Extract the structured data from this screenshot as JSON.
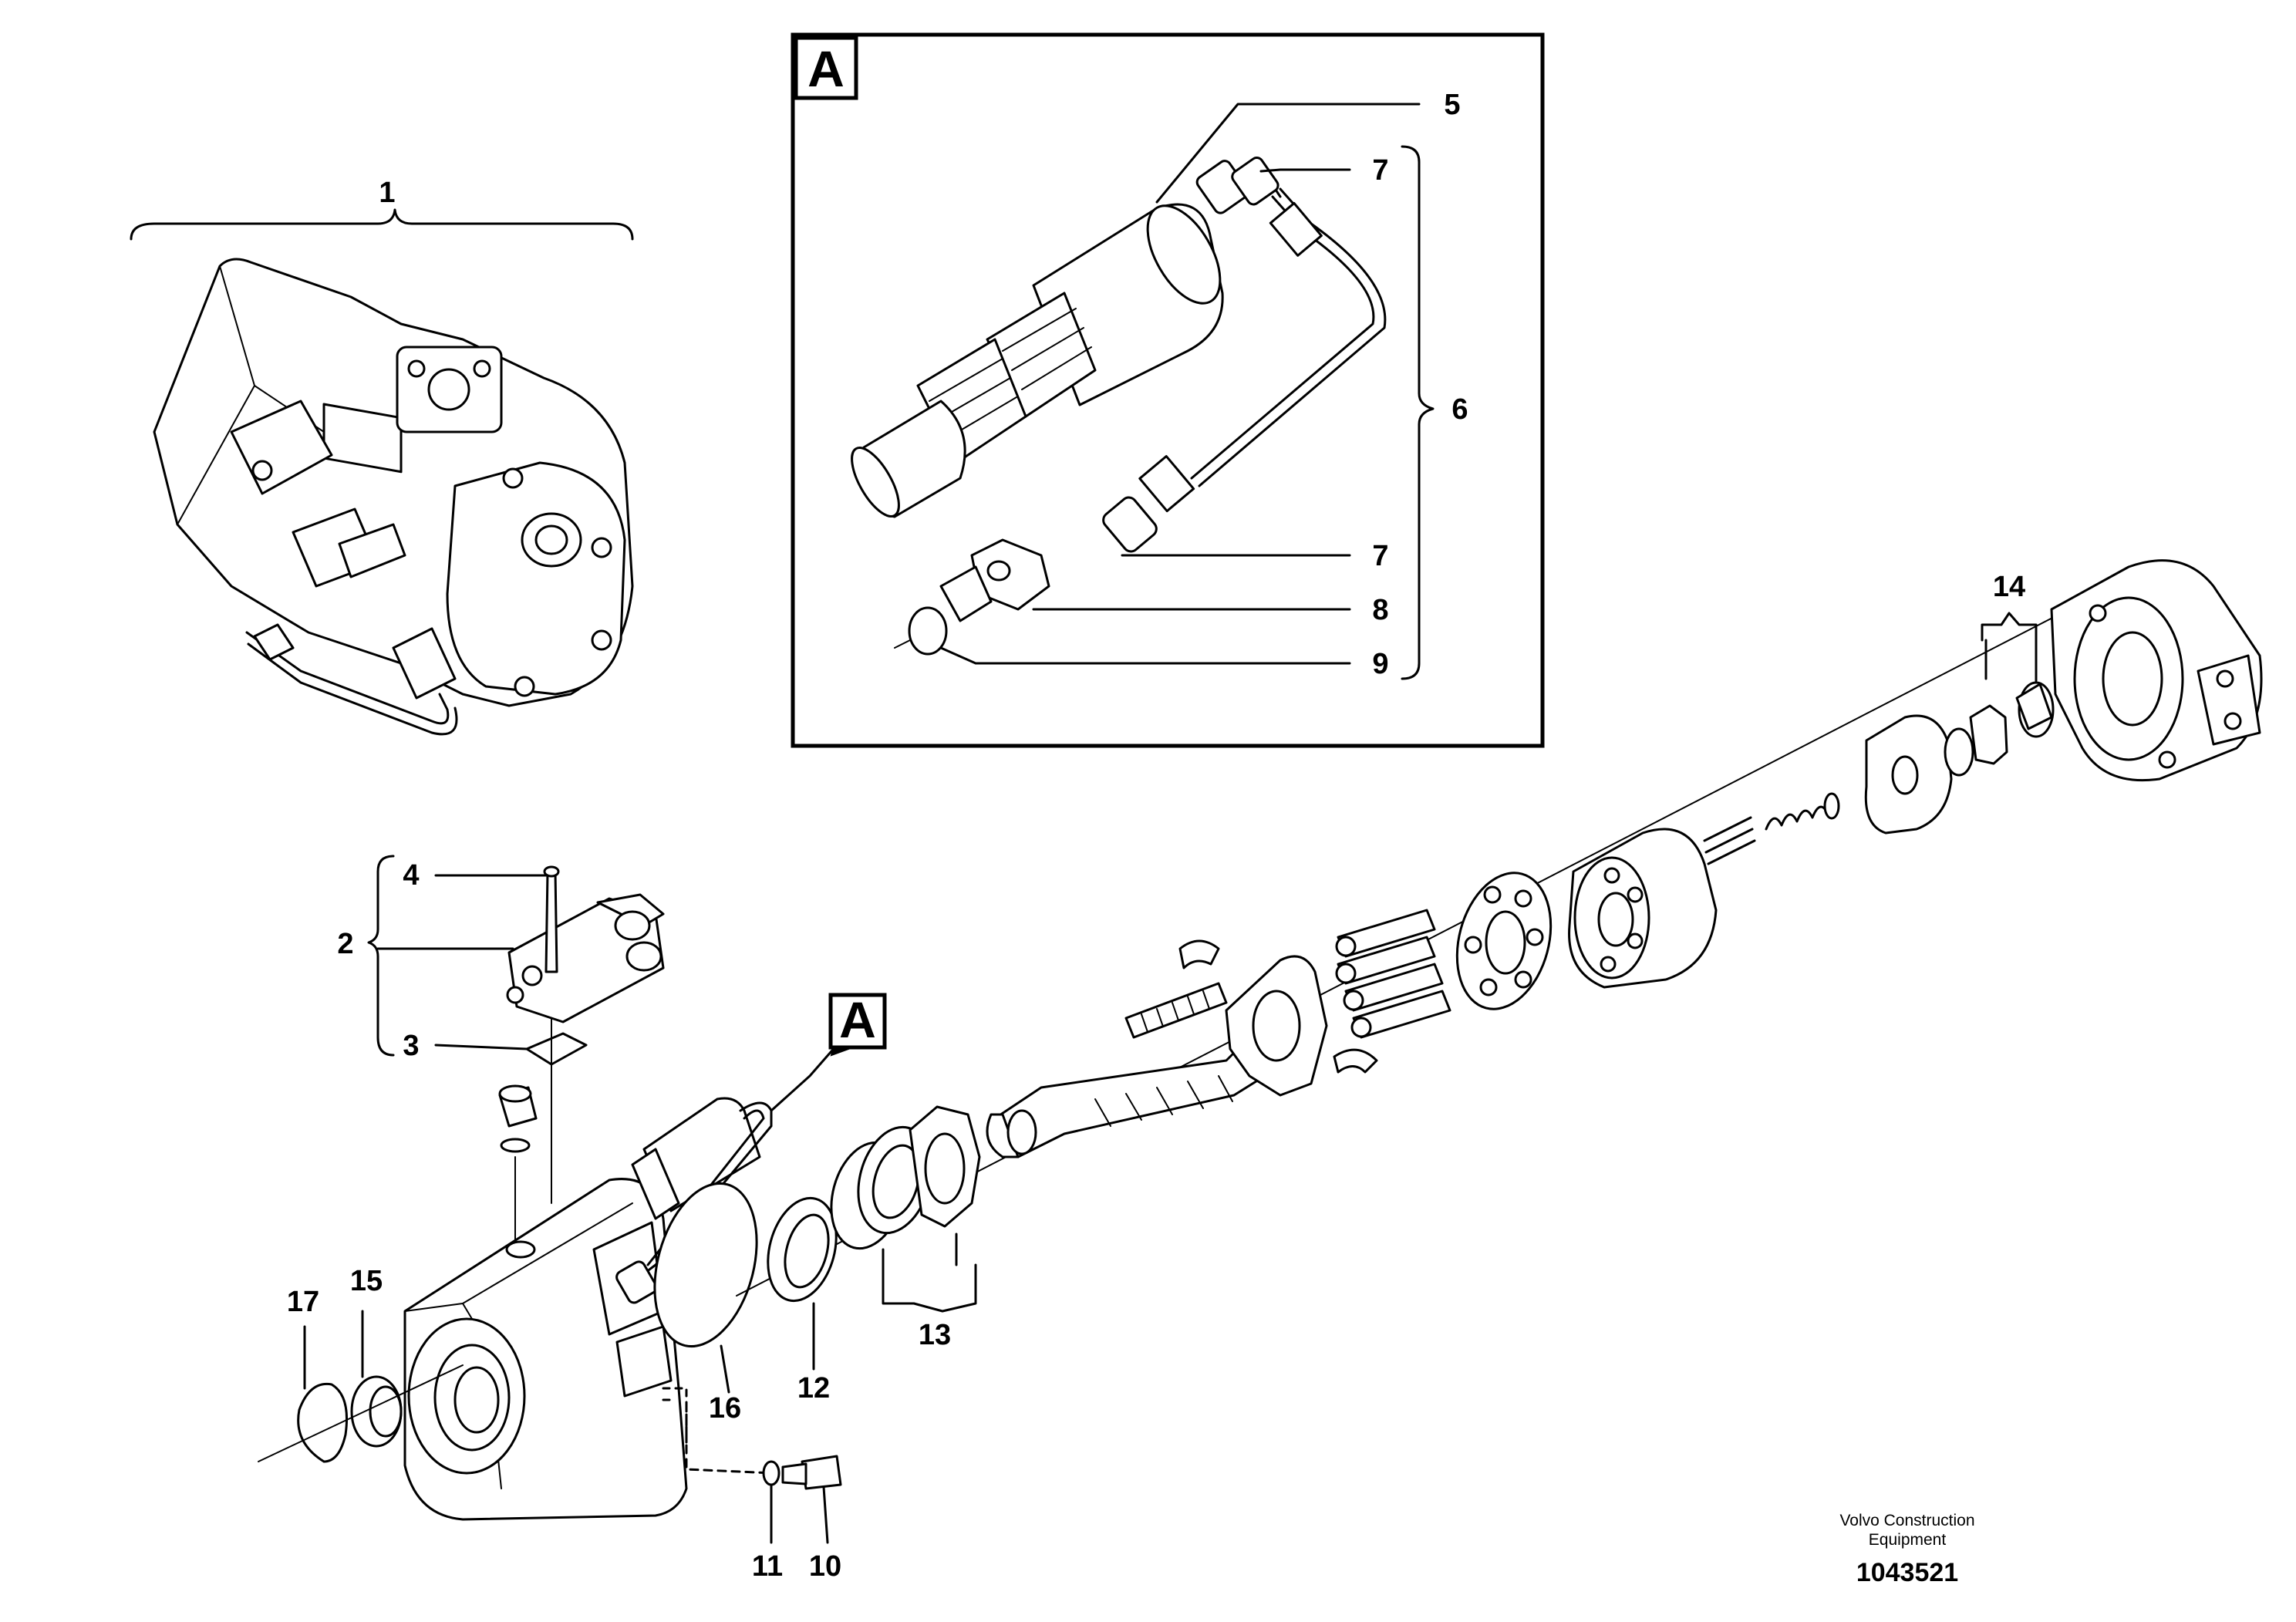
{
  "callouts": {
    "c1": "1",
    "c2": "2",
    "c3": "3",
    "c4": "4",
    "c5": "5",
    "c6": "6",
    "c7a": "7",
    "c7b": "7",
    "c8": "8",
    "c9": "9",
    "c10": "10",
    "c11": "11",
    "c12": "12",
    "c13": "13",
    "c14": "14",
    "c15": "15",
    "c16": "16",
    "c17": "17"
  },
  "detail_view": {
    "letter": "A",
    "reference_letter": "A"
  },
  "footer": {
    "company_line1": "Volvo Construction",
    "company_line2": "Equipment",
    "drawing_number": "1043521"
  },
  "colors": {
    "ink": "#000000",
    "paper": "#ffffff"
  }
}
